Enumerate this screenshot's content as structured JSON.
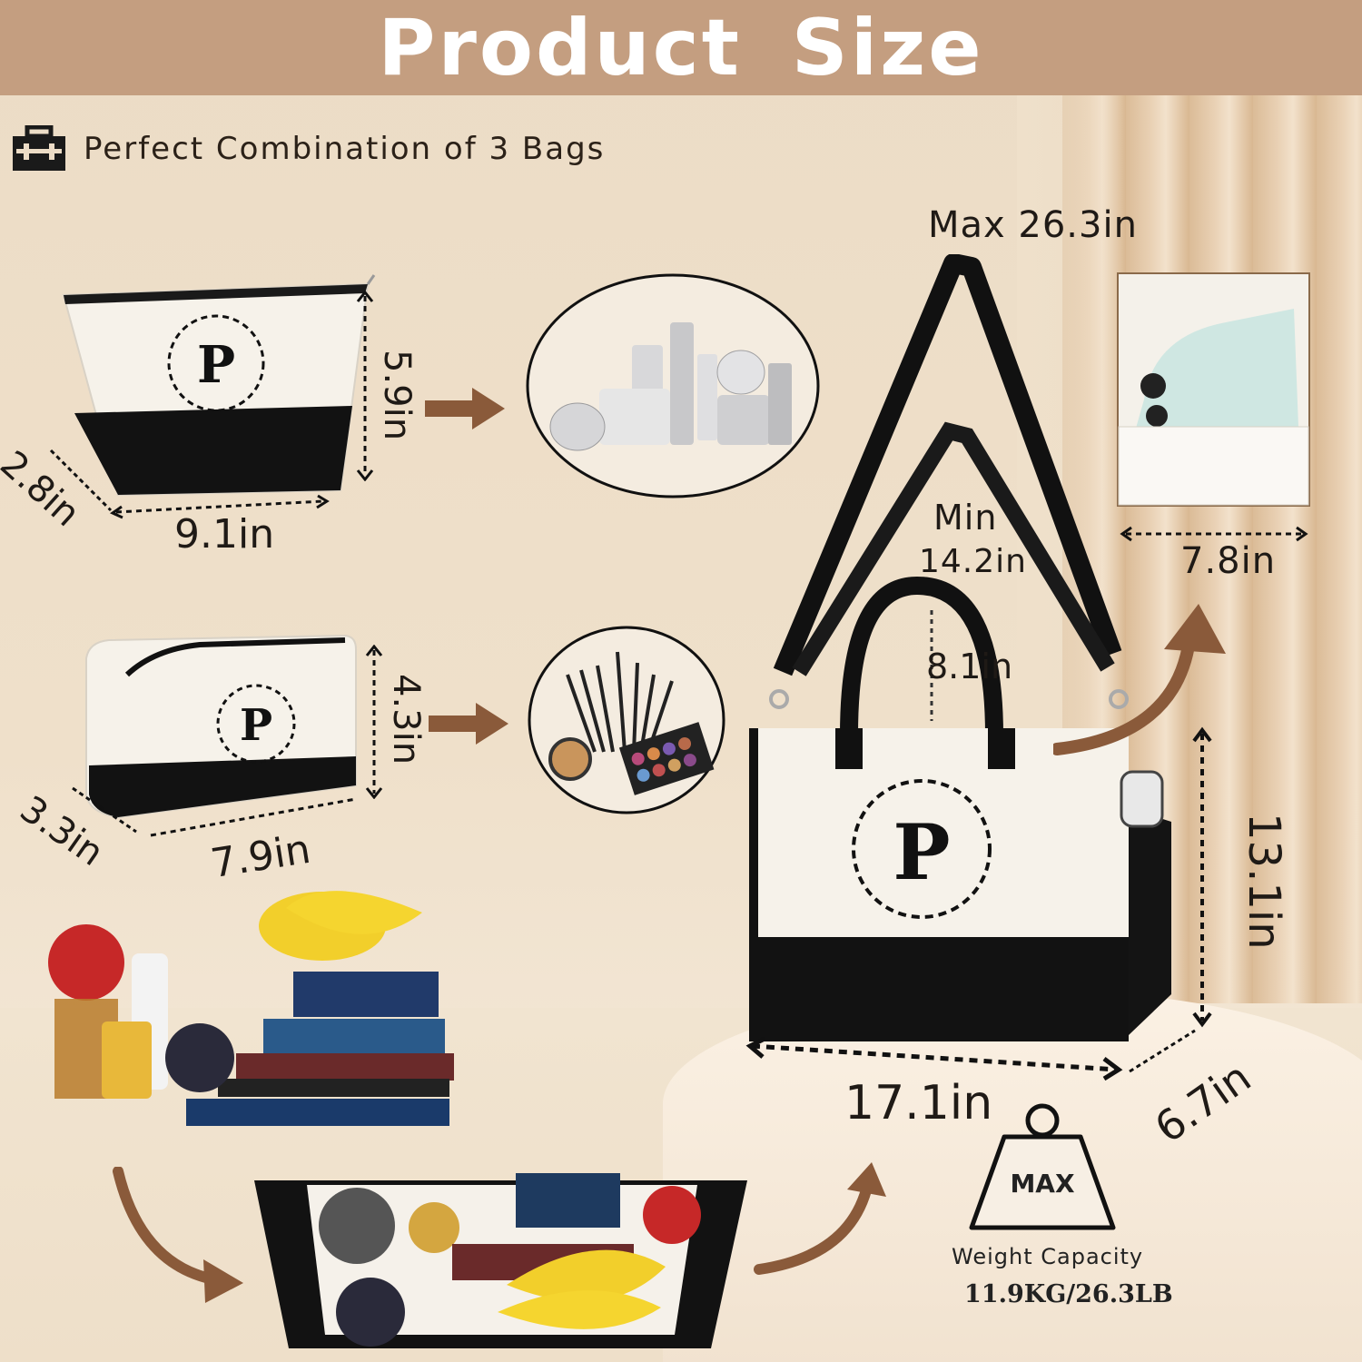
{
  "banner": {
    "title": "Product  Size"
  },
  "subtitle": {
    "text": "Perfect Combination of 3 Bags",
    "icon": "briefcase-icon"
  },
  "small_pouch": {
    "monogram": "P",
    "height": "5.9in",
    "width": "9.1in",
    "depth": "2.8in"
  },
  "box_pouch": {
    "monogram": "P",
    "height": "4.3in",
    "width": "7.9in",
    "depth": "3.3in"
  },
  "tote": {
    "monogram": "P",
    "strap_max": "Max 26.3in",
    "strap_min_line1": "Min",
    "strap_min_line2": "14.2in",
    "handle_drop": "8.1in",
    "pocket_width": "7.8in",
    "height": "13.1in",
    "width": "17.1in",
    "depth": "6.7in"
  },
  "weight": {
    "badge": "MAX",
    "label": "Weight Capacity",
    "value": "11.9KG/26.3LB"
  },
  "colors": {
    "banner": "#c49e80",
    "arrow": "#8a5a3a",
    "bag_black": "#121212",
    "bag_canvas": "#f6f2ea"
  }
}
